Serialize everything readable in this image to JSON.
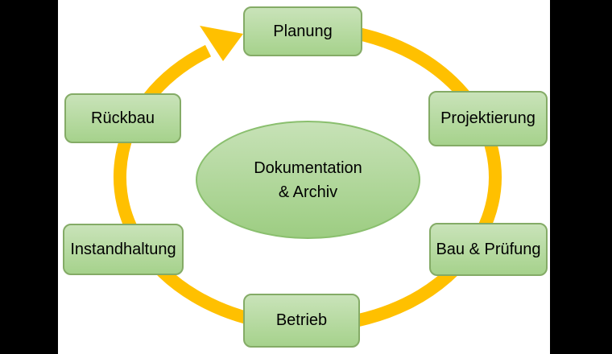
{
  "diagram": {
    "type": "cycle",
    "direction": "clockwise",
    "nodes": [
      {
        "id": "planung",
        "label": "Planung"
      },
      {
        "id": "projektierung",
        "label": "Projektierung"
      },
      {
        "id": "bau-pruefung",
        "label": "Bau & Prüfung"
      },
      {
        "id": "betrieb",
        "label": "Betrieb"
      },
      {
        "id": "instandhaltung",
        "label": "Instandhaltung"
      },
      {
        "id": "rueckbau",
        "label": "Rückbau"
      }
    ],
    "center": {
      "label": "Dokumentation & Archiv",
      "line1": "Dokumentation",
      "line2": "& Archiv"
    }
  },
  "colors": {
    "arrow": "#FFC000",
    "node_fill_top": "#C9E3B9",
    "node_fill_bottom": "#A6D28C",
    "node_border": "#84AB66",
    "ellipse_fill_top": "#C7E2B7",
    "ellipse_fill_bottom": "#9DCD82",
    "ellipse_border": "#8ABF6E",
    "text": "#000000",
    "canvas_background": "#FFFFFF",
    "letterbox": "#000000"
  }
}
